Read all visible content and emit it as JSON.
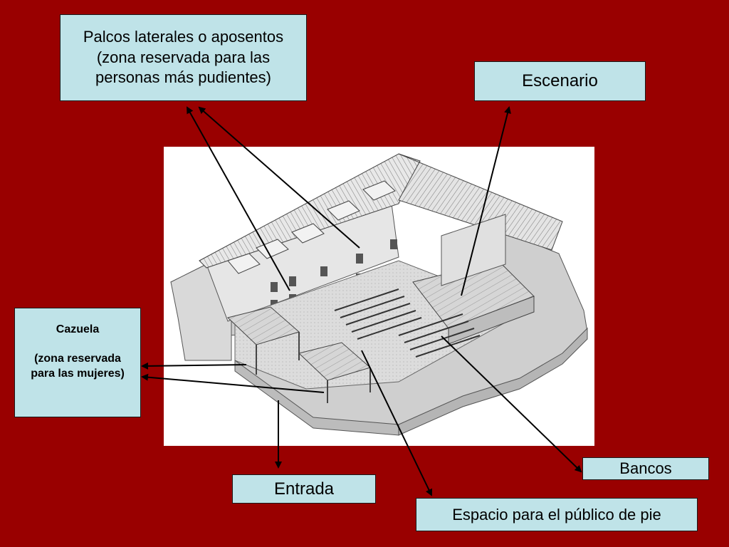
{
  "background_color": "#990000",
  "label_color": "#bfe3e8",
  "labels": {
    "palcos": "Palcos laterales o aposentos\n(zona reservada para las\npersonas más pudientes)",
    "escenario": "Escenario",
    "cazuela_title": "Cazuela",
    "cazuela_desc": "(zona reservada\npara las mujeres)",
    "bancos": "Bancos",
    "entrada": "Entrada",
    "espacio": "Espacio para el público de pie"
  },
  "illustration": {
    "subject": "isometric-cutaway-drawing-of-corral-de-comedias"
  }
}
